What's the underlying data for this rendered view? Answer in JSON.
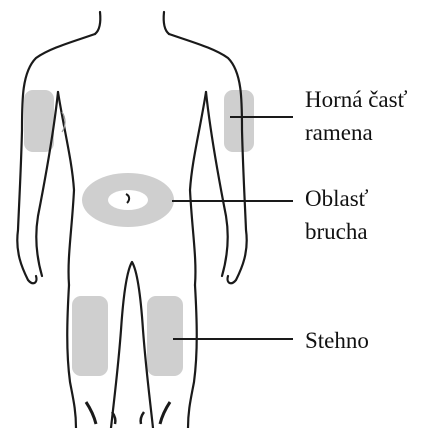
{
  "colors": {
    "outline": "#1a1a1a",
    "injection_zone": "#cfcfcf",
    "background": "#ffffff"
  },
  "labels": {
    "upper_arm": [
      "Horná časť",
      "ramena"
    ],
    "abdomen": [
      "Oblasť",
      "brucha"
    ],
    "thigh": [
      "Stehno"
    ]
  }
}
